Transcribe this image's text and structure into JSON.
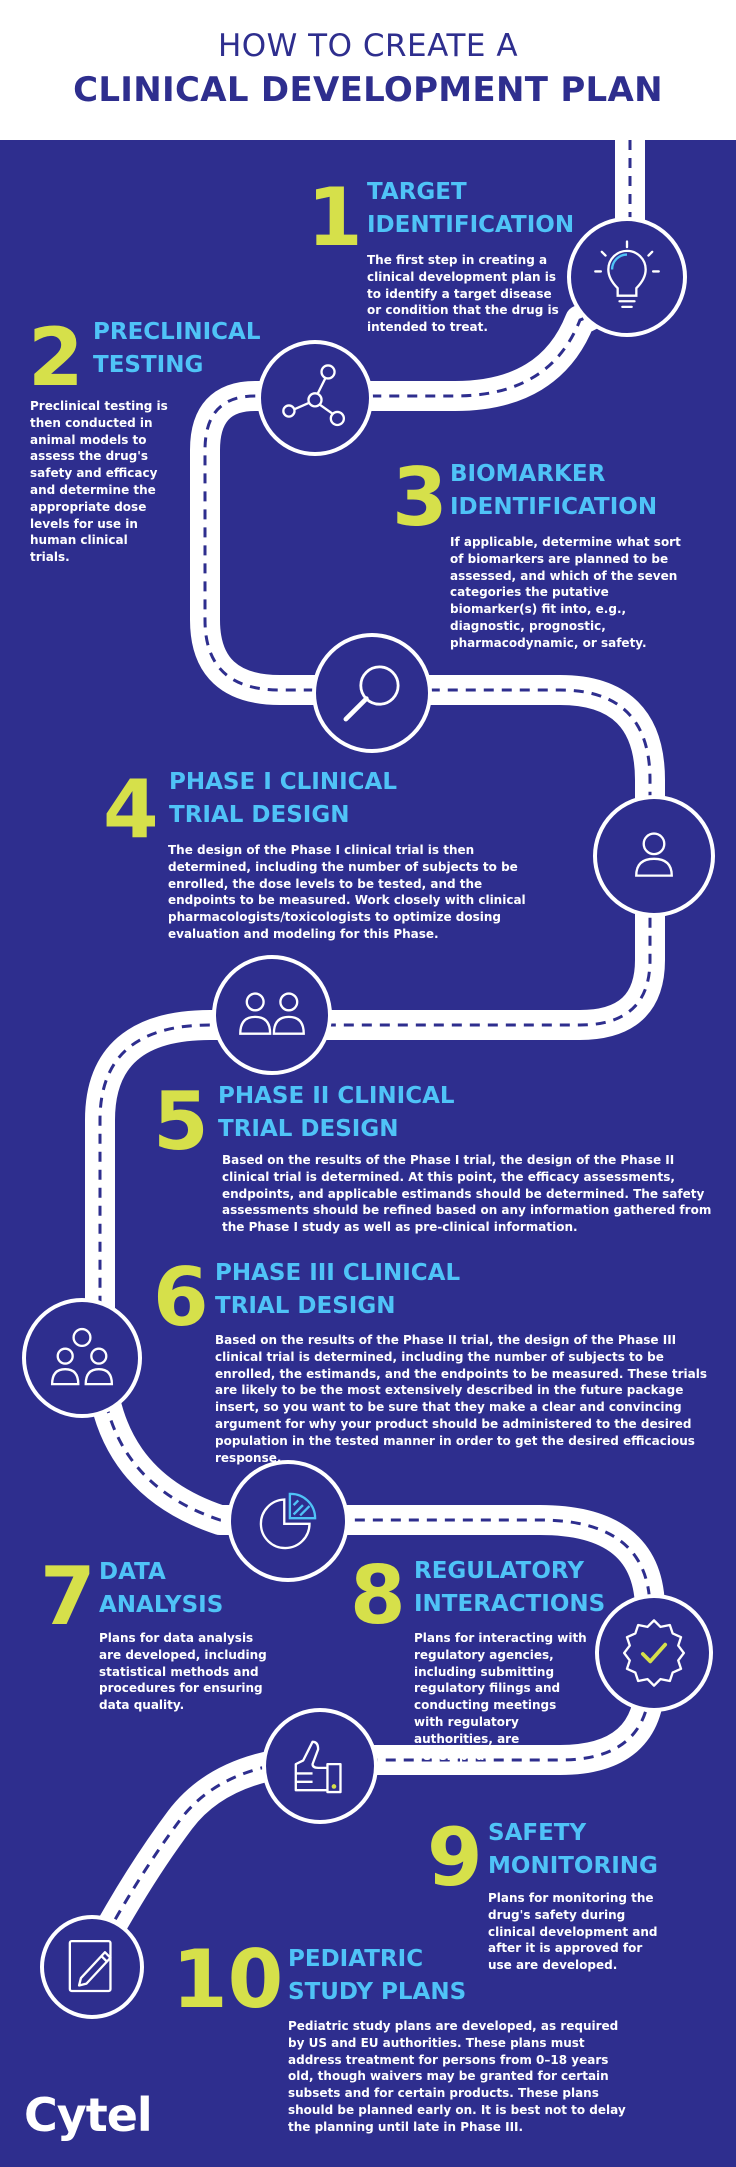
{
  "header": {
    "line1": "HOW TO CREATE A",
    "line2": "CLINICAL DEVELOPMENT PLAN"
  },
  "colors": {
    "background": "#2e2e8e",
    "number": "#d6e04a",
    "title": "#4fc3f7",
    "text": "#ffffff"
  },
  "steps": [
    {
      "number": "1",
      "title_l1": "TARGET",
      "title_l2": "IDENTIFICATION",
      "body": "The first step in creating a clinical development plan is to identify a target disease or condition that the drug is intended to treat.",
      "icon": "lightbulb-icon"
    },
    {
      "number": "2",
      "title_l1": "PRECLINICAL",
      "title_l2": "TESTING",
      "body": "Preclinical testing is then conducted in animal models to assess the drug's safety and efficacy and determine the appropriate dose levels for use in human clinical trials.",
      "icon": "molecule-icon"
    },
    {
      "number": "3",
      "title_l1": "BIOMARKER",
      "title_l2": "IDENTIFICATION",
      "body": "If applicable, determine what sort of biomarkers are planned to be assessed, and which of the seven categories the putative biomarker(s) fit into, e.g., diagnostic, prognostic, pharmacodynamic, or safety.",
      "icon": "magnifier-icon"
    },
    {
      "number": "4",
      "title_l1": "PHASE I CLINICAL",
      "title_l2": "TRIAL DESIGN",
      "body": "The design of the Phase I clinical trial is then determined, including the number of subjects to be enrolled, the dose levels to be tested, and the endpoints to be measured. Work closely with clinical pharmacologists/toxicologists to optimize dosing evaluation and modeling for this Phase.",
      "icon": "person-icon"
    },
    {
      "number": "5",
      "title_l1": "PHASE II CLINICAL",
      "title_l2": "TRIAL DESIGN",
      "body": "Based on the results of the Phase I trial, the design of the Phase II clinical trial is determined. At this point, the efficacy assessments, endpoints, and applicable estimands should be determined. The safety assessments should be refined based on any information gathered from the Phase I study as well as pre-clinical information.",
      "icon": "two-people-icon"
    },
    {
      "number": "6",
      "title_l1": "PHASE III CLINICAL",
      "title_l2": "TRIAL DESIGN",
      "body": "Based on the results of the Phase II trial, the design of the Phase III clinical trial is determined, including the number of subjects to be enrolled, the estimands, and the endpoints to be measured. These trials are likely to be the most extensively described in the future package insert, so you want to be sure that they make a clear and convincing argument for why your product should be administered to the desired population in the tested manner in order to get the desired efficacious response.",
      "icon": "group-icon"
    },
    {
      "number": "7",
      "title_l1": "DATA",
      "title_l2": "ANALYSIS",
      "body": "Plans for data analysis are developed, including statistical methods and procedures for ensuring data quality.",
      "icon": "pie-chart-icon"
    },
    {
      "number": "8",
      "title_l1": "REGULATORY",
      "title_l2": "INTERACTIONS",
      "body": "Plans for interacting with regulatory agencies, including submitting regulatory filings and conducting meetings with regulatory authorities, are developed.",
      "icon": "approval-badge-icon"
    },
    {
      "number": "9",
      "title_l1": "SAFETY",
      "title_l2": "MONITORING",
      "body": "Plans for monitoring the drug's safety during clinical development and after it is approved for use are developed.",
      "icon": "thumbs-up-icon"
    },
    {
      "number": "10",
      "title_l1": "PEDIATRIC",
      "title_l2": "STUDY PLANS",
      "body": "Pediatric study plans are developed, as required by US and EU authorities. These plans must address treatment for persons from 0–18 years old, though waivers may be granted for certain subsets and for certain products. These plans should be planned early on. It is best not to delay the planning until late in Phase III.",
      "icon": "document-pen-icon"
    }
  ],
  "logo": "Cytel"
}
